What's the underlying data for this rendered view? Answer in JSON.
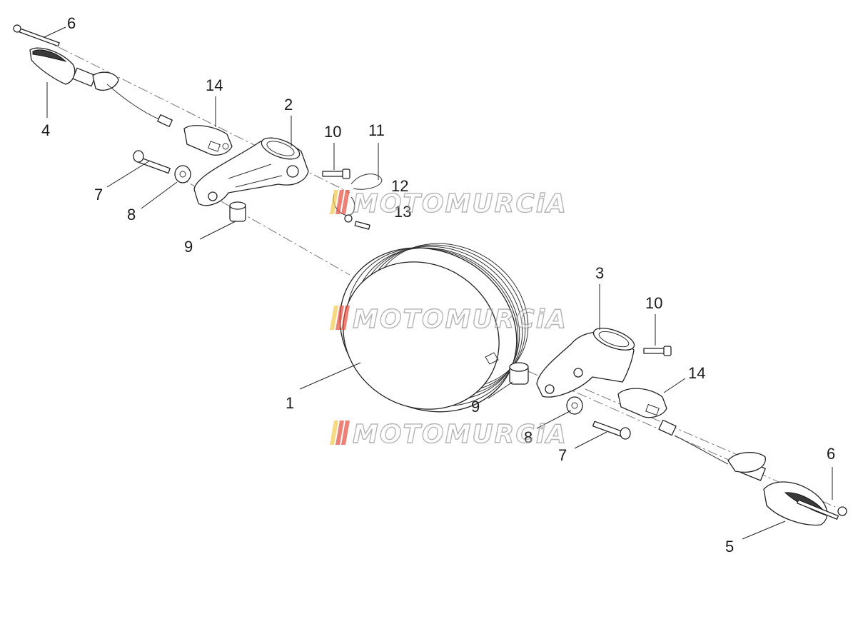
{
  "diagram": {
    "callouts": {
      "c1": "1",
      "c2": "2",
      "c3": "3",
      "c4": "4",
      "c5": "5",
      "c6_left": "6",
      "c6_right": "6",
      "c7_left": "7",
      "c7_right": "7",
      "c8_left": "8",
      "c8_right": "8",
      "c9_left": "9",
      "c9_right": "9",
      "c10_left": "10",
      "c10_right": "10",
      "c11": "11",
      "c12": "12",
      "c13": "13",
      "c14_left": "14",
      "c14_right": "14"
    },
    "watermark": {
      "text": "MOTOMURCiA",
      "stripe_colors": [
        "#f2c94c",
        "#e74c3c",
        "#e74c3c"
      ]
    }
  }
}
